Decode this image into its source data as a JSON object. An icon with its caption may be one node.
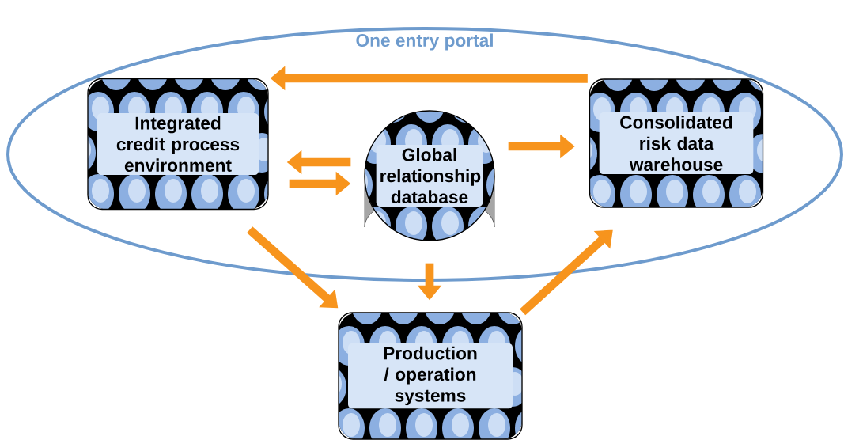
{
  "diagram": {
    "nodes": [
      {
        "text": [
          "One entry portal"
        ]
      },
      {
        "text": [
          "Integrated credit process environment"
        ],
        "in": 0
      },
      {
        "text": [
          "Global relationship database"
        ],
        "in": 0
      },
      {
        "text": [
          "Consolidated risk data warehouse"
        ],
        "in": 0
      },
      {
        "text": [
          "Production / operation systems"
        ]
      }
    ],
    "edges": [
      {
        "from": 3,
        "to": 1,
        "arrow": "to"
      },
      {
        "from": 2,
        "to": 1,
        "arrow": "to"
      },
      {
        "from": 1,
        "to": 2,
        "arrow": "to"
      },
      {
        "from": 2,
        "to": 3,
        "arrow": "to"
      },
      {
        "from": 1,
        "to": 4,
        "arrow": "to"
      },
      {
        "from": 2,
        "to": 4,
        "arrow": "to"
      },
      {
        "from": 4,
        "to": 3,
        "arrow": "to"
      }
    ]
  }
}
